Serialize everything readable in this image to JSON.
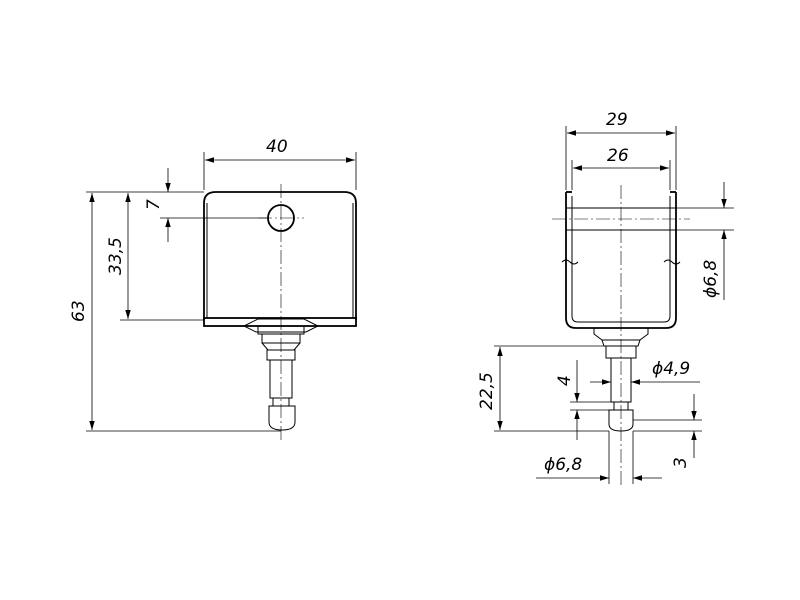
{
  "front_view": {
    "dim_width": "40",
    "dim_total_height": "63",
    "dim_plate_height": "33,5",
    "dim_hole_offset": "7"
  },
  "side_view": {
    "dim_outer_width": "29",
    "dim_inner_width": "26",
    "dim_hole_diameter": "ϕ6,8",
    "dim_pin_length": "22,5",
    "dim_shaft_diameter": "ϕ4,9",
    "dim_groove_width": "4",
    "dim_tip_diameter": "ϕ6,8",
    "dim_tip_length": "3"
  }
}
